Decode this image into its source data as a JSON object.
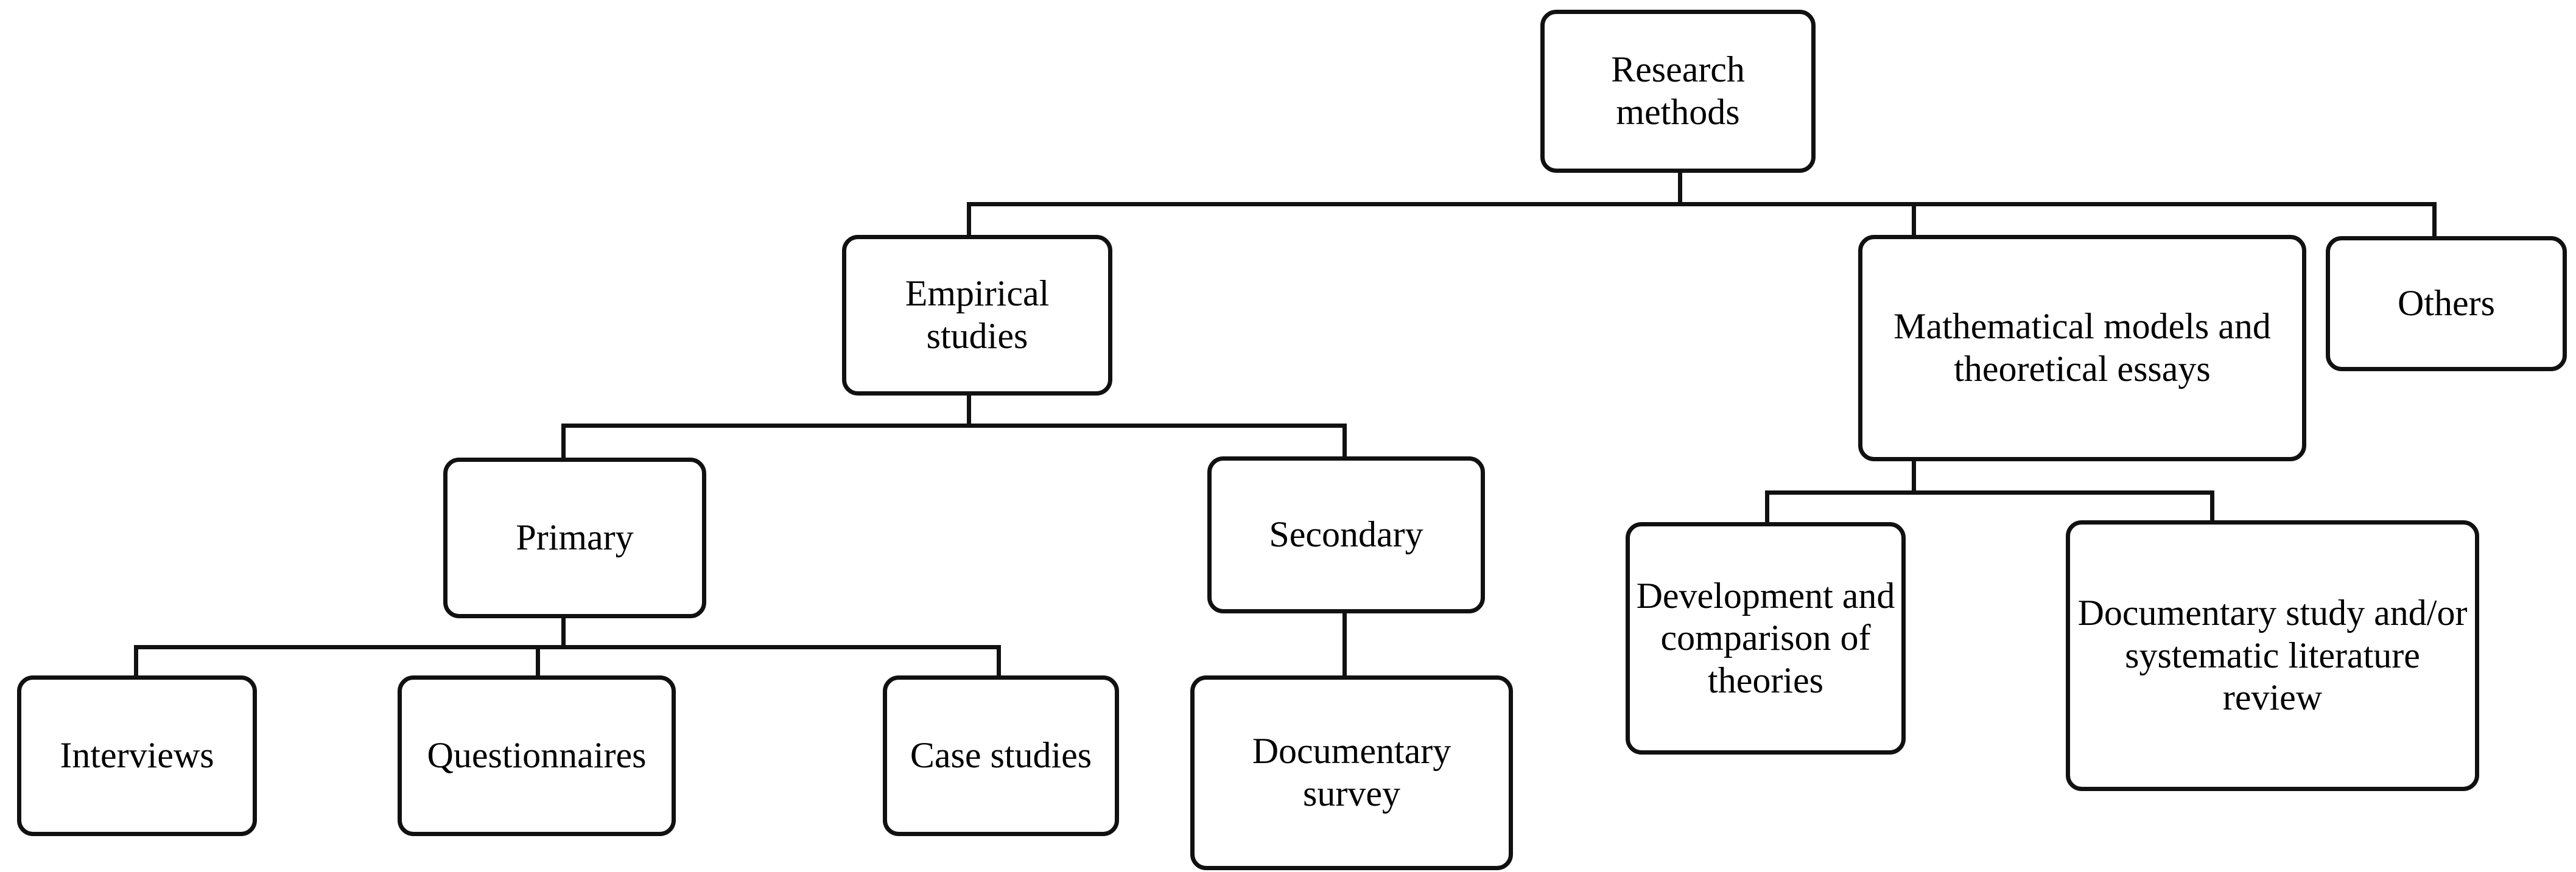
{
  "diagram": {
    "title": "Research methods classification tree",
    "line_color": "#111111",
    "box_fill": "#ffffff",
    "box_border_color": "#111111",
    "text_color": "#000000",
    "nodes": {
      "root": "Research methods",
      "empirical_studies": "Empirical studies",
      "mathematical_models": "Mathematical models and theoretical essays",
      "others": "Others",
      "primary": "Primary",
      "secondary": "Secondary",
      "interviews": "Interviews",
      "questionnaires": "Questionnaires",
      "case_studies": "Case studies",
      "documentary_survey": "Documentary survey",
      "development_theories": "Development and comparison of theories",
      "documentary_study": "Documentary study and/or systematic literature review"
    }
  }
}
